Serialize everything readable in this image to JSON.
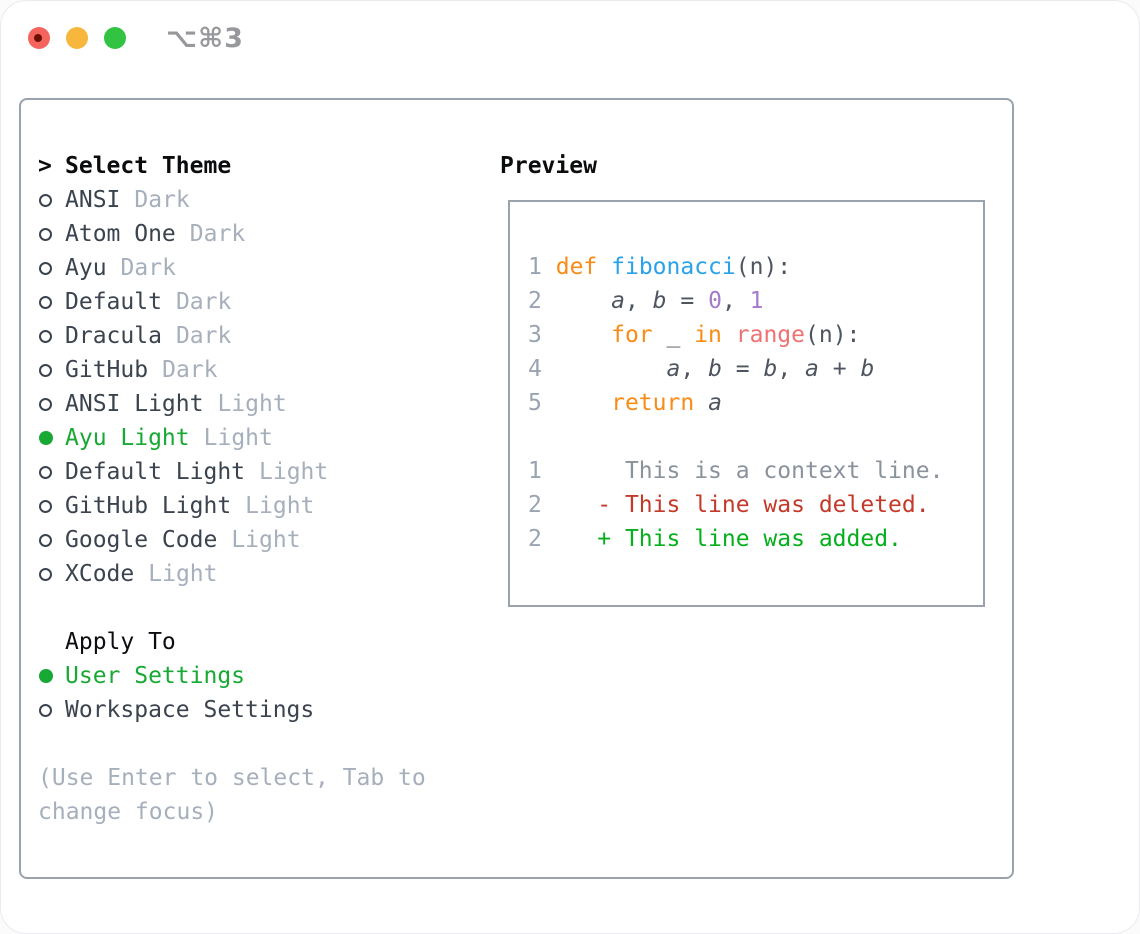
{
  "titlebar": {
    "shortcut": "⌥⌘3"
  },
  "theme_panel": {
    "header_marker": ">",
    "header": "Select Theme",
    "themes": [
      {
        "name": "ANSI",
        "variant": "Dark",
        "selected": false
      },
      {
        "name": "Atom One",
        "variant": "Dark",
        "selected": false
      },
      {
        "name": "Ayu",
        "variant": "Dark",
        "selected": false
      },
      {
        "name": "Default",
        "variant": "Dark",
        "selected": false
      },
      {
        "name": "Dracula",
        "variant": "Dark",
        "selected": false
      },
      {
        "name": "GitHub",
        "variant": "Dark",
        "selected": false
      },
      {
        "name": "ANSI Light",
        "variant": "Light",
        "selected": false
      },
      {
        "name": "Ayu Light",
        "variant": "Light",
        "selected": true
      },
      {
        "name": "Default Light",
        "variant": "Light",
        "selected": false
      },
      {
        "name": "GitHub Light",
        "variant": "Light",
        "selected": false
      },
      {
        "name": "Google Code",
        "variant": "Light",
        "selected": false
      },
      {
        "name": "XCode",
        "variant": "Light",
        "selected": false
      }
    ],
    "apply_to": {
      "header": "Apply To",
      "options": [
        {
          "name": "User Settings",
          "selected": true
        },
        {
          "name": "Workspace Settings",
          "selected": false
        }
      ]
    },
    "help_lines": [
      "(Use Enter to select, Tab to",
      "change focus)"
    ]
  },
  "preview": {
    "header": "Preview",
    "code_lines": [
      {
        "num": "1",
        "tokens": [
          [
            "kw",
            "def"
          ],
          [
            "pl",
            " "
          ],
          [
            "fn",
            "fibonacci"
          ],
          [
            "pl",
            "(n):"
          ]
        ]
      },
      {
        "num": "2",
        "tokens": [
          [
            "pl",
            "    "
          ],
          [
            "var",
            "a"
          ],
          [
            "pl",
            ", "
          ],
          [
            "var",
            "b"
          ],
          [
            "pl",
            " = "
          ],
          [
            "num",
            "0"
          ],
          [
            "pl",
            ", "
          ],
          [
            "num",
            "1"
          ]
        ]
      },
      {
        "num": "3",
        "tokens": [
          [
            "pl",
            "    "
          ],
          [
            "kw",
            "for"
          ],
          [
            "pl",
            " _ "
          ],
          [
            "kw",
            "in"
          ],
          [
            "pl",
            " "
          ],
          [
            "bi",
            "range"
          ],
          [
            "pl",
            "(n):"
          ]
        ]
      },
      {
        "num": "4",
        "tokens": [
          [
            "pl",
            "        "
          ],
          [
            "var",
            "a"
          ],
          [
            "pl",
            ", "
          ],
          [
            "var",
            "b"
          ],
          [
            "pl",
            " = "
          ],
          [
            "var",
            "b"
          ],
          [
            "pl",
            ", "
          ],
          [
            "var",
            "a"
          ],
          [
            "pl",
            " + "
          ],
          [
            "var",
            "b"
          ]
        ]
      },
      {
        "num": "5",
        "tokens": [
          [
            "pl",
            "    "
          ],
          [
            "kw",
            "return"
          ],
          [
            "pl",
            " "
          ],
          [
            "var",
            "a"
          ]
        ]
      }
    ],
    "diff_lines": [
      {
        "num": "1",
        "marker": " ",
        "kind": "context",
        "text": "This is a context line."
      },
      {
        "num": "2",
        "marker": "-",
        "kind": "deleted",
        "text": "This line was deleted."
      },
      {
        "num": "2",
        "marker": "+",
        "kind": "added",
        "text": "This line was added."
      }
    ]
  },
  "colors": {
    "selection_green": "#17a934",
    "added_green": "#05b01c",
    "deleted_red": "#c43a2a",
    "keyword_orange": "#f98b17",
    "function_blue": "#2aa2e9",
    "constant_purple": "#a37acc",
    "builtin_salmon": "#f07171",
    "code_gray": "#4e5560",
    "name_gray": "#3b434e",
    "muted_gray": "#a6afbb",
    "line_number_gray": "#99a3b1",
    "context_gray": "#8a929c",
    "border_gray": "#9aa2ac",
    "traffic_red": "#f4645c",
    "traffic_yellow": "#f6b73c",
    "traffic_green": "#33c343"
  }
}
